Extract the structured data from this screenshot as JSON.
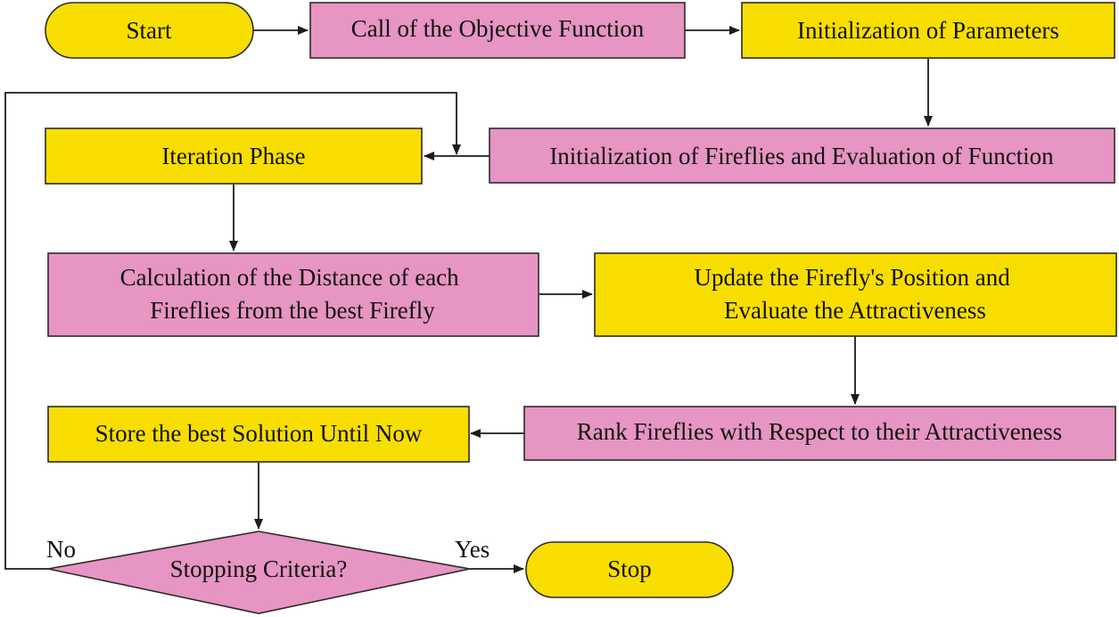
{
  "colors": {
    "terminal_fill": "#f8de00",
    "process_yellow_fill": "#f8de00",
    "process_pink_fill": "#e795c2",
    "decision_fill": "#e795c2",
    "stroke": "#2b2b2b"
  },
  "nodes": {
    "start": {
      "label": "Start"
    },
    "call_objective": {
      "label": "Call of the Objective Function"
    },
    "init_parameters": {
      "label": "Initialization of Parameters"
    },
    "init_fireflies": {
      "label": "Initialization of Fireflies and Evaluation of Function"
    },
    "iteration_phase": {
      "label": "Iteration Phase"
    },
    "calc_distance": {
      "lines": [
        "Calculation of the Distance of each",
        "Fireflies from the best Firefly"
      ]
    },
    "update_position": {
      "lines": [
        "Update the Firefly's Position and",
        "Evaluate the Attractiveness"
      ]
    },
    "rank_fireflies": {
      "label": "Rank Fireflies with Respect to their Attractiveness"
    },
    "store_best": {
      "label": "Store the best Solution Until Now"
    },
    "stopping_criteria": {
      "label": "Stopping Criteria?"
    },
    "stop": {
      "label": "Stop"
    }
  },
  "edge_labels": {
    "no": "No",
    "yes": "Yes"
  }
}
